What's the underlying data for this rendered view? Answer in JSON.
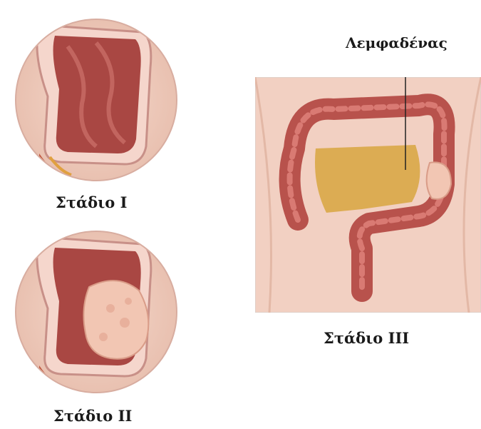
{
  "stages": [
    {
      "label": "Στάδιο  Ι"
    },
    {
      "label": "Στάδιο  ΙΙ"
    },
    {
      "label": "Στάδιο  ΙΙΙ"
    }
  ],
  "lymph_node_label": "Λεμφαδένας",
  "colors": {
    "skin": "#f1cfc0",
    "colon": "#b8524c",
    "colon_inner": "#c96561",
    "tumor": "#f0c2ae",
    "lymph": "#d8a640",
    "circle_bg": "#efcdbe"
  }
}
